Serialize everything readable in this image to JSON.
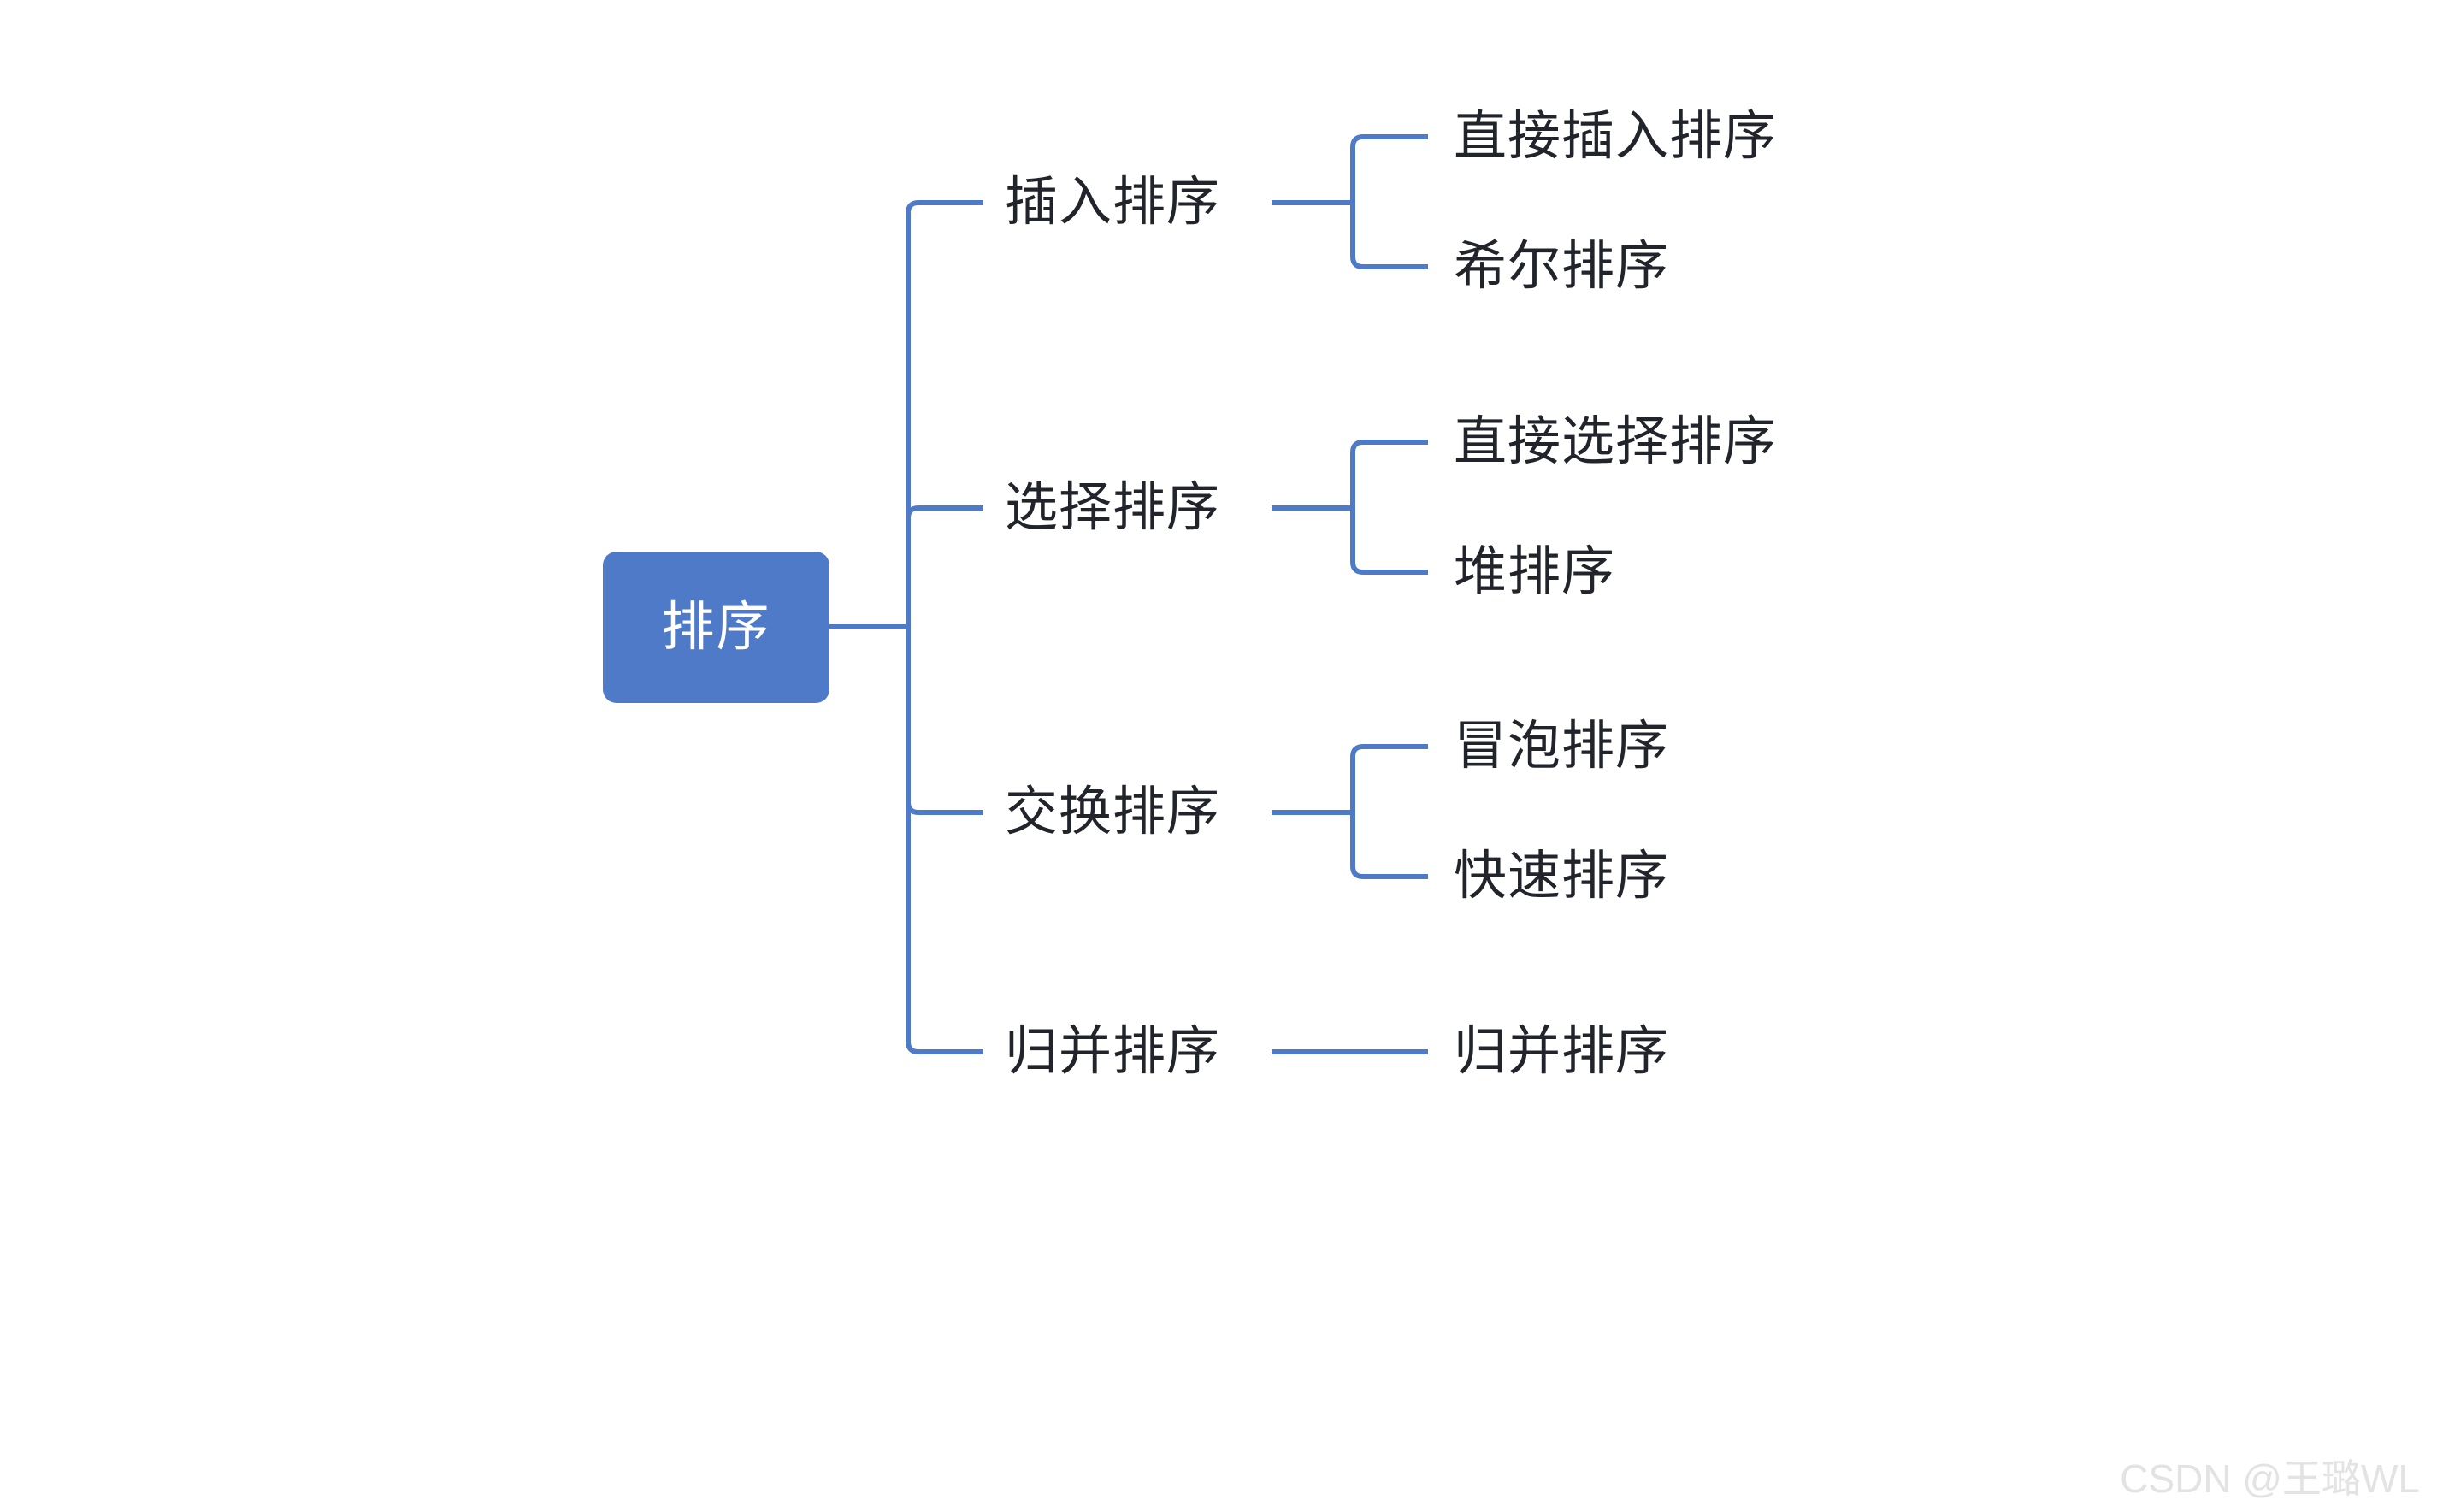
{
  "diagram": {
    "title": "排序",
    "type": "mind-map",
    "background_color": "#ffffff",
    "accent_color": "#4f7ac7",
    "text_color": "#21242b",
    "root_text_color": "#ffffff",
    "root": {
      "label": "排序",
      "fill": "#4f7ac7"
    },
    "branches": [
      {
        "label": "插入排序",
        "children": [
          {
            "label": "直接插入排序"
          },
          {
            "label": "希尔排序"
          }
        ]
      },
      {
        "label": "选择排序",
        "children": [
          {
            "label": "直接选择排序"
          },
          {
            "label": "堆排序"
          }
        ]
      },
      {
        "label": "交换排序",
        "children": [
          {
            "label": "冒泡排序"
          },
          {
            "label": "快速排序"
          }
        ]
      },
      {
        "label": "归并排序",
        "children": [
          {
            "label": "归并排序"
          }
        ]
      }
    ]
  },
  "watermark": {
    "text": "CSDN @王璐WL",
    "color": "#e3e3e3"
  }
}
